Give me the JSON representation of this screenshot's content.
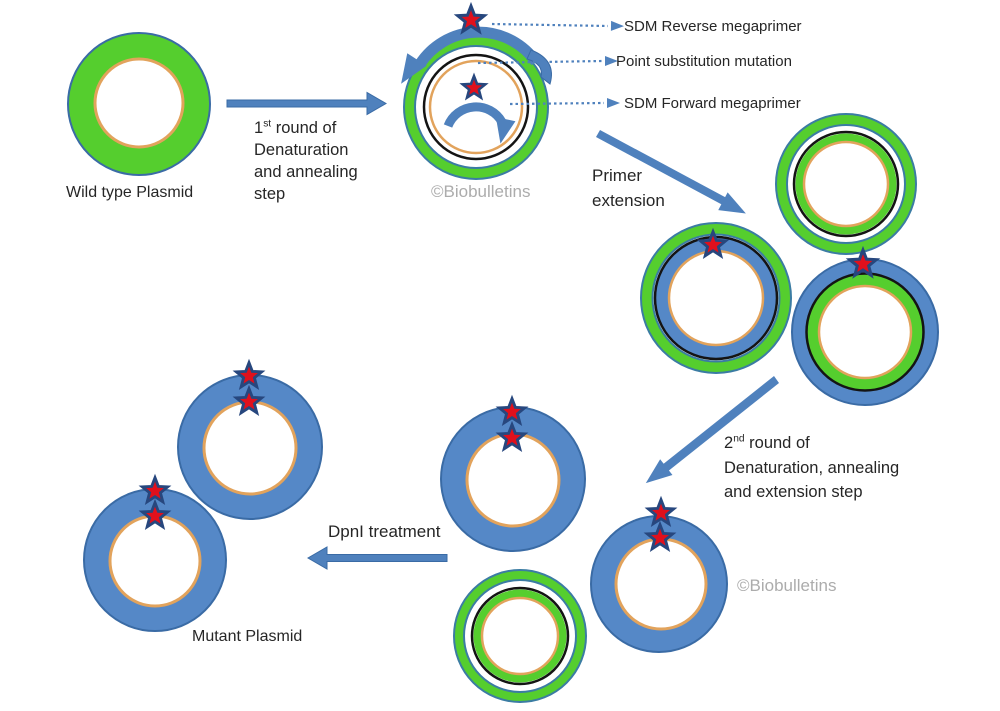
{
  "diagram": {
    "labels": {
      "wild_type": "Wild type Plasmid",
      "mutant": "Mutant Plasmid",
      "dpn1": "DpnI treatment",
      "primer_extension": {
        "line1": "Primer",
        "line2": "extension"
      },
      "step1": {
        "num": "1",
        "sup": "st",
        "rest": "round of",
        "line2": "Denaturation",
        "line3": "and annealing",
        "line4": "step"
      },
      "step2": {
        "num": "2",
        "sup": "nd",
        "rest": "round of",
        "line2": "Denaturation, annealing",
        "line3": "and extension step"
      },
      "legend": {
        "reverse": "SDM Reverse megaprimer",
        "point": "Point substitution mutation",
        "forward": "SDM Forward megaprimer"
      },
      "watermark": "©Biobulletins"
    },
    "colors": {
      "green": "#55CE2E",
      "teal-stroke": "#3B7CA3",
      "steel-blue": "#5588C7",
      "blue-dark": "#3A6BA5",
      "arrow-blue": "#4F81BD",
      "orange": "#E2A35C",
      "ring-black": "#141414",
      "star-red": "#E0101C",
      "star-stroke": "#27477E",
      "text": "#262626",
      "watermark-gray": "#ACACAC"
    }
  }
}
